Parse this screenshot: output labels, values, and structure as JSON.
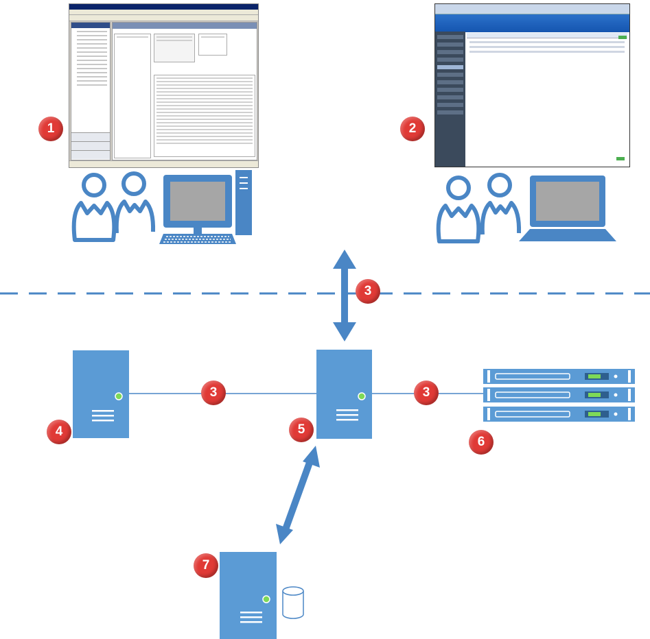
{
  "badges": {
    "b1": "1",
    "b2": "2",
    "b3_top": "3",
    "b3_left": "3",
    "b3_right": "3",
    "b4": "4",
    "b5": "5",
    "b6": "6",
    "b7": "7"
  },
  "colors": {
    "server_blue": "#5b9bd5",
    "icon_blue": "#4a86c5",
    "badge_red": "#e03a36",
    "link_line": "#4a86c5",
    "status_led": "#7ed957"
  },
  "icons": {
    "users_desktop": "two-users-with-desktop-computer",
    "users_laptop": "two-users-with-laptop",
    "server_left": "server-tower",
    "server_center": "server-tower",
    "server_bottom": "server-tower-with-database",
    "rack": "rack-mounted-servers"
  }
}
